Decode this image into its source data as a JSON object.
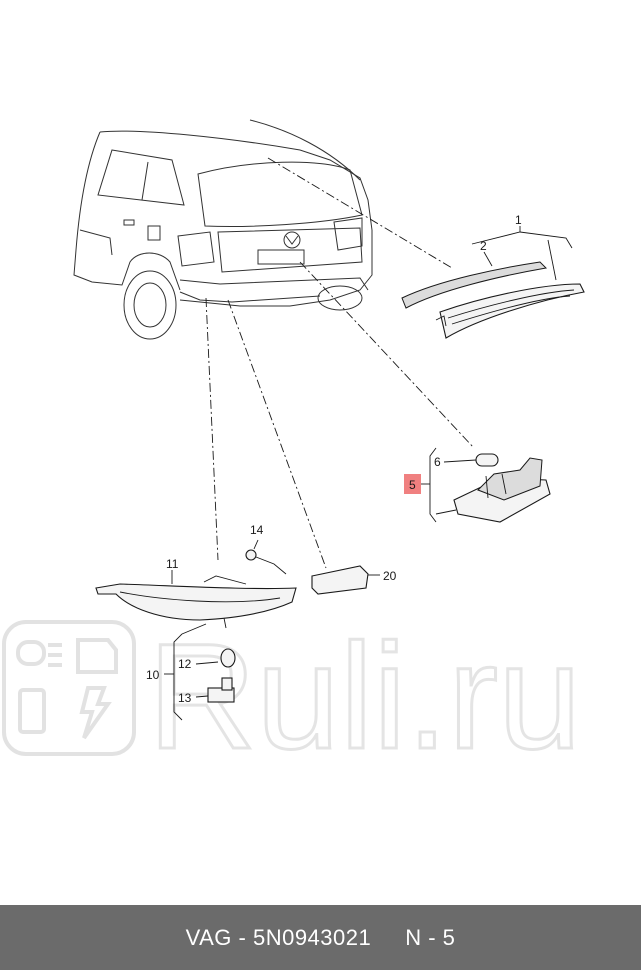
{
  "diagram": {
    "callouts": {
      "c1": "1",
      "c2": "2",
      "c5": "5",
      "c6": "6",
      "c10": "10",
      "c11": "11",
      "c12": "12",
      "c13": "13",
      "c14": "14",
      "c20": "20"
    },
    "highlight_color": "#f08080"
  },
  "watermark": {
    "text": "Ruli.ru"
  },
  "footer": {
    "part_text": "VAG - 5N0943021",
    "page_text": "N - 5"
  }
}
